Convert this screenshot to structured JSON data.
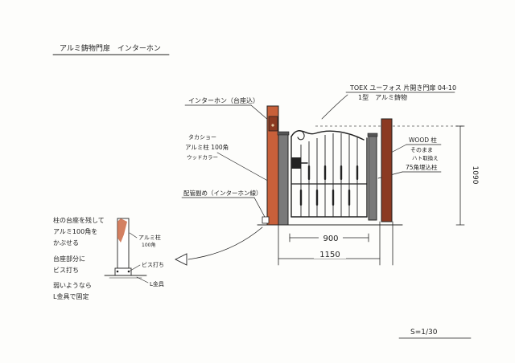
{
  "sheet": {
    "title": "アルミ鋳物門扉　インターホン",
    "scale": "S=1/30"
  },
  "callouts": {
    "product_line1": "TOEX ユーフォス 片開き門扉 04-10",
    "product_line2": "1型　アルミ鋳物",
    "intercom": "インターホン（台座込）",
    "post_line1": "タカショー",
    "post_line2": "アルミ柱 100角",
    "post_line3": "ウッドカラー",
    "wiring": "配管副め（インターホン線）",
    "wood_post_line1": "WOOD 柱",
    "wood_post_line2": "そのまま",
    "wood_post_line3": "ハト取換え",
    "steel_post": "75角埋込柱"
  },
  "dimensions": {
    "opening_width": "900",
    "overall_width": "1150",
    "height": "1090"
  },
  "detail": {
    "note_line1": "柱の台座を残して",
    "note_line2": "アルミ100角を",
    "note_line3": "かぶせる",
    "note_line4": "台座部分に",
    "note_line5": "ビス打ち",
    "note_line6": "弱いようなら",
    "note_line7": "L金具で固定",
    "post_label_line1": "アルミ柱",
    "post_label_line2": "100角",
    "screw_label": "ビス打ち",
    "bracket_label": "L金具"
  },
  "colors": {
    "ink": "#222222",
    "wood": "#c8603a",
    "wood_dark": "#8b3a22",
    "steel": "#7a7a7a",
    "dashed": "#555555"
  }
}
